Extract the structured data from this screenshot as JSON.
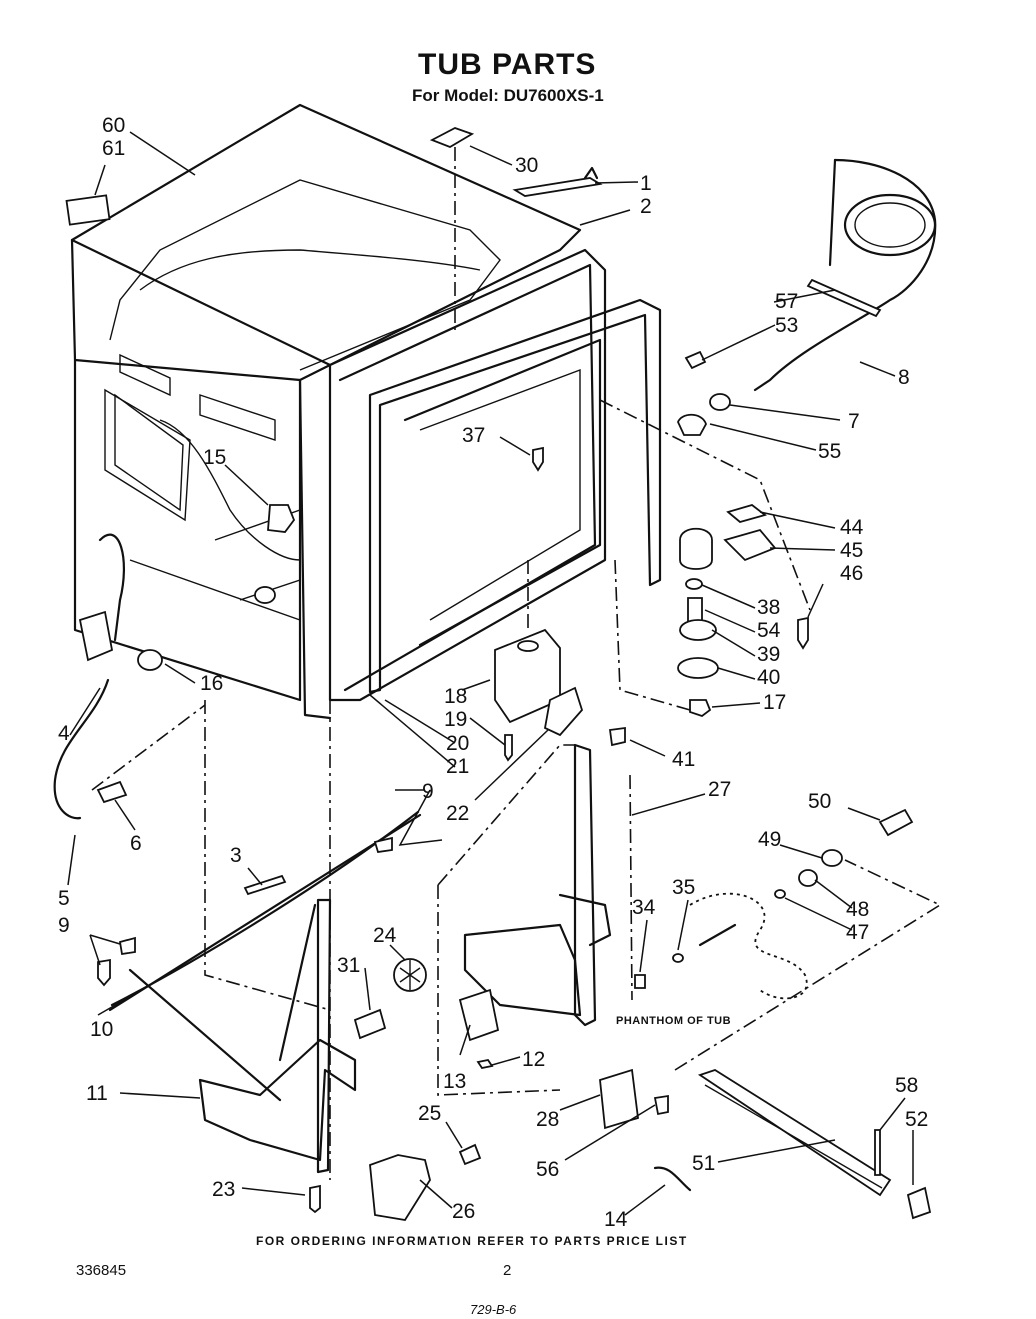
{
  "title": "TUB PARTS",
  "subtitle": "For Model: DU7600XS-1",
  "phantom_label": "PHANTHOM OF TUB",
  "footer_note": "FOR ORDERING INFORMATION REFER TO PARTS PRICE LIST",
  "doc_number": "336845",
  "page_number": "2",
  "handwritten_code": "729-B-6",
  "callouts": [
    "60",
    "61",
    "30",
    "1",
    "2",
    "57",
    "53",
    "8",
    "7",
    "55",
    "37",
    "15",
    "44",
    "45",
    "46",
    "38",
    "54",
    "39",
    "40",
    "17",
    "16",
    "18",
    "19",
    "20",
    "21",
    "41",
    "22",
    "4",
    "6",
    "9",
    "27",
    "50",
    "49",
    "48",
    "47",
    "35",
    "34",
    "5",
    "3",
    "24",
    "31",
    "10",
    "12",
    "13",
    "11",
    "25",
    "28",
    "58",
    "52",
    "56",
    "51",
    "23",
    "26",
    "14"
  ]
}
